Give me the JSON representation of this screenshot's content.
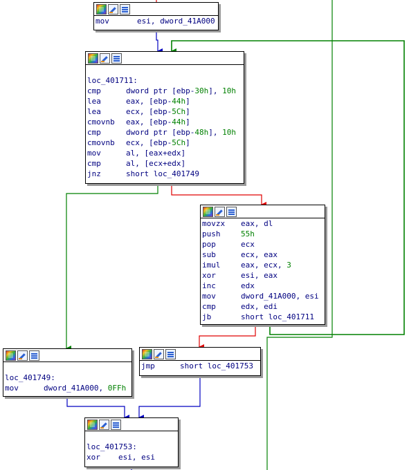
{
  "colors": {
    "true_edge": "#008000",
    "false_edge": "#e00000",
    "uncond_edge": "#0000c0",
    "text": "#000080",
    "number": "#008000"
  },
  "node_toolbar": [
    "color-palette-icon",
    "rename-icon",
    "graph-overview-icon"
  ],
  "nodes": {
    "n1": {
      "lines": [
        {
          "m": "mov",
          "o": "esi, dword_41A000"
        }
      ]
    },
    "n2": {
      "label": "loc_401711:",
      "lines": [
        {
          "m": "cmp",
          "o": "dword ptr [ebp-",
          "n": "30h",
          "o2": "], ",
          "n2": "10h"
        },
        {
          "m": "lea",
          "o": "eax, [ebp-",
          "n": "44h",
          "o2": "]"
        },
        {
          "m": "lea",
          "o": "ecx, [ebp-",
          "n": "5Ch",
          "o2": "]"
        },
        {
          "m": "cmovnb",
          "o": "eax, [ebp-",
          "n": "44h",
          "o2": "]"
        },
        {
          "m": "cmp",
          "o": "dword ptr [ebp-",
          "n": "48h",
          "o2": "], ",
          "n2": "10h"
        },
        {
          "m": "cmovnb",
          "o": "ecx, [ebp-",
          "n": "5Ch",
          "o2": "]"
        },
        {
          "m": "mov",
          "o": "al, [eax+edx]"
        },
        {
          "m": "cmp",
          "o": "al, [ecx+edx]"
        },
        {
          "m": "jnz",
          "o": "short loc_401749"
        }
      ]
    },
    "n3": {
      "lines": [
        {
          "m": "movzx",
          "o": "eax, dl"
        },
        {
          "m": "push",
          "n": "55h"
        },
        {
          "m": "pop",
          "o": "ecx"
        },
        {
          "m": "sub",
          "o": "ecx, eax"
        },
        {
          "m": "imul",
          "o": "eax, ecx, ",
          "n": "3"
        },
        {
          "m": "xor",
          "o": "esi, eax"
        },
        {
          "m": "inc",
          "o": "edx"
        },
        {
          "m": "mov",
          "o": "dword_41A000, esi"
        },
        {
          "m": "cmp",
          "o": "edx, edi"
        },
        {
          "m": "jb",
          "o": "short loc_401711"
        }
      ]
    },
    "n4": {
      "label": "loc_401749:",
      "lines": [
        {
          "m": "mov",
          "o": "dword_41A000, ",
          "n": "0FFh"
        }
      ]
    },
    "n5": {
      "lines": [
        {
          "m": "jmp",
          "o": "short loc_401753"
        }
      ]
    },
    "n6": {
      "label": "loc_401753:",
      "lines": [
        {
          "m": "xor",
          "o": "esi, esi"
        }
      ]
    }
  }
}
